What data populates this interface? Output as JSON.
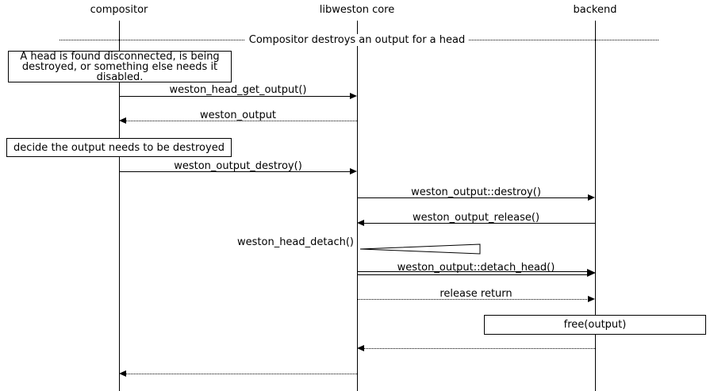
{
  "diagram": {
    "title": "Compositor destroys an output for a head",
    "actors": [
      {
        "label": "compositor"
      },
      {
        "label": "libweston core"
      },
      {
        "label": "backend"
      }
    ],
    "notes": [
      {
        "text": "A head is found disconnected, is being destroyed, or something else needs it disabled."
      },
      {
        "text": "decide the output needs to be destroyed"
      },
      {
        "text": "free(output)"
      }
    ],
    "messages": [
      {
        "label": "weston_head_get_output()",
        "from": "compositor",
        "to": "libweston core",
        "style": "solid"
      },
      {
        "label": "weston_output",
        "from": "libweston core",
        "to": "compositor",
        "style": "dotted"
      },
      {
        "label": "weston_output_destroy()",
        "from": "compositor",
        "to": "libweston core",
        "style": "solid"
      },
      {
        "label": "weston_output::destroy()",
        "from": "libweston core",
        "to": "backend",
        "style": "solid"
      },
      {
        "label": "weston_output_release()",
        "from": "backend",
        "to": "libweston core",
        "style": "solid"
      },
      {
        "label": "weston_head_detach()",
        "from": "libweston core",
        "to": "libweston core",
        "style": "self"
      },
      {
        "label": "weston_output::detach_head()",
        "from": "libweston core",
        "to": "backend",
        "style": "double"
      },
      {
        "label": "release return",
        "from": "libweston core",
        "to": "backend",
        "style": "dotted"
      },
      {
        "label": "",
        "from": "backend",
        "to": "libweston core",
        "style": "dotted"
      },
      {
        "label": "",
        "from": "libweston core",
        "to": "compositor",
        "style": "dotted"
      }
    ],
    "colors": {
      "line": "#000000",
      "background": "#ffffff"
    }
  }
}
